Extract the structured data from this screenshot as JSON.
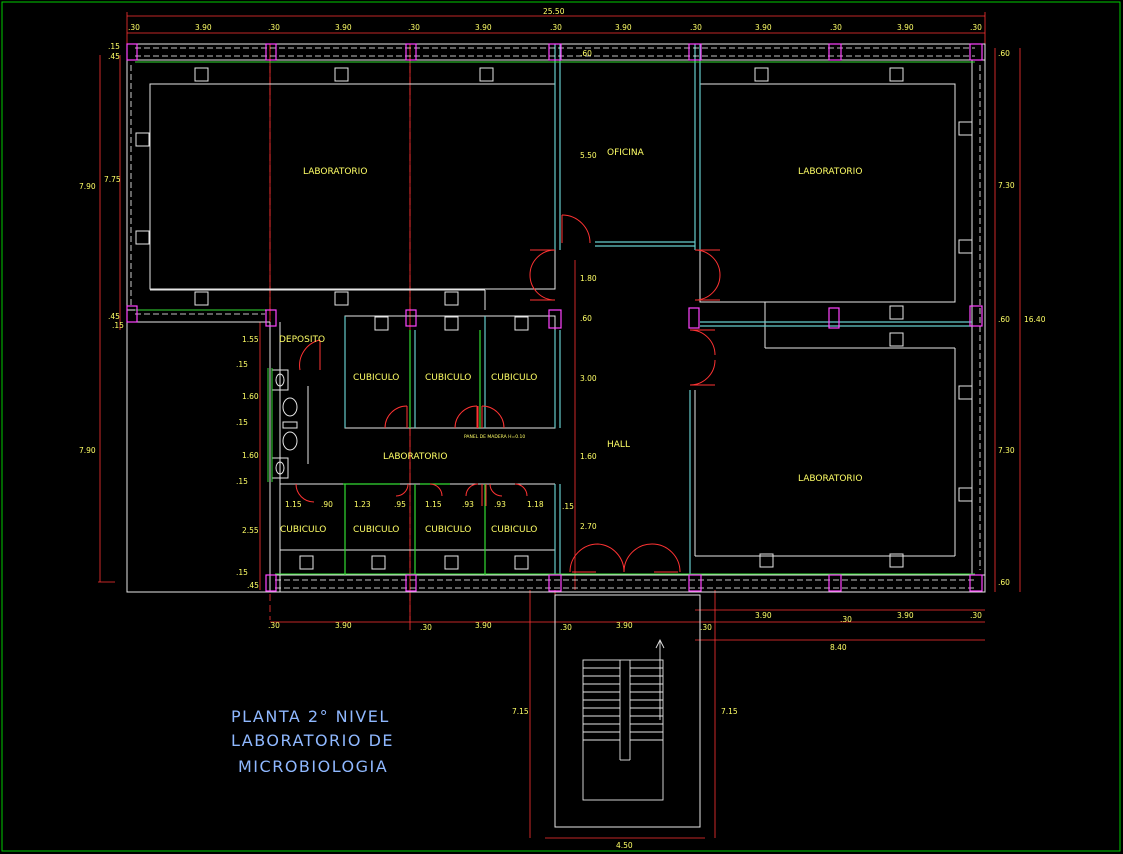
{
  "drawing": {
    "title_lines": [
      "PLANTA 2° NIVEL",
      "LABORATORIO DE",
      "MICROBIOLOGIA"
    ]
  },
  "rooms": {
    "lab_top_left": "LABORATORIO",
    "oficina": "OFICINA",
    "lab_top_right": "LABORATORIO",
    "deposito": "DEPOSITO",
    "cubiculo_1": "CUBICULO",
    "cubiculo_2": "CUBICULO",
    "cubiculo_3": "CUBICULO",
    "lab_center": "LABORATORIO",
    "hall": "HALL",
    "lab_bottom_right": "LABORATORIO",
    "cubiculo_4": "CUBICULO",
    "cubiculo_5": "CUBICULO",
    "cubiculo_6": "CUBICULO",
    "cubiculo_7": "CUBICULO",
    "panel_label": "PANEL DE MADERA H=0.10"
  },
  "dims": {
    "top_total": "25.50",
    "top_segments": [
      ".30",
      "3.90",
      ".30",
      "3.90",
      ".30",
      "3.90",
      ".30",
      "3.90",
      ".30",
      "3.90",
      ".30",
      "3.90",
      ".30"
    ],
    "bottom_left_segments": [
      ".30",
      "3.90",
      ".30",
      "3.90",
      ".30",
      "3.90",
      ".30"
    ],
    "bottom_right_segments": [
      "3.90",
      ".30",
      "3.90",
      ".30"
    ],
    "bottom_right_total": "8.40",
    "stair_width": "4.50",
    "stair_left": "7.15",
    "stair_right": "7.15",
    "left_outer": [
      "7.90",
      "7.90"
    ],
    "left_inner_top": [
      ".15",
      ".45",
      "7.75",
      ".45",
      ".15"
    ],
    "left_inner_bottom": [
      "1.55",
      ".15",
      "1.60",
      ".15",
      "1.60",
      ".15",
      "2.55",
      ".15",
      ".45"
    ],
    "right_outer": "16.40",
    "right_inner": [
      ".60",
      "7.30",
      ".60",
      "7.30",
      ".60"
    ],
    "hall_vertical": [
      ".60",
      "5.50",
      "1.80",
      ".60",
      "3.00",
      "1.60",
      ".15",
      "2.70"
    ],
    "cubicle_row": [
      "1.15",
      ".90",
      "1.23",
      ".95",
      "1.15",
      ".93",
      ".93",
      "1.18"
    ]
  }
}
